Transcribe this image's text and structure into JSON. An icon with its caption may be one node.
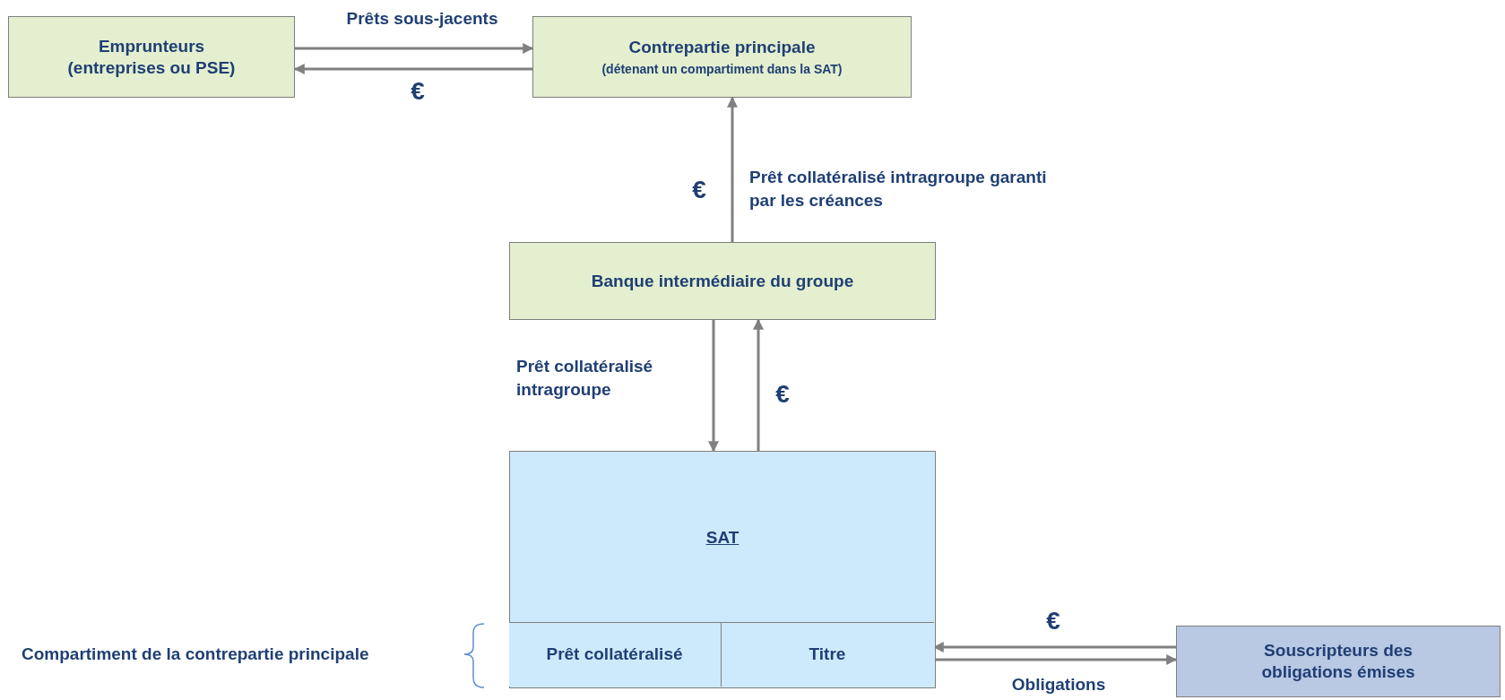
{
  "diagram": {
    "nodes": [
      {
        "text": [
          "Emprunteurs (entreprises ou PSE)"
        ]
      },
      {
        "text": [
          "Contrepartie principale",
          "(détenant un compartiment dans la SAT)"
        ]
      },
      {
        "text": [
          "Banque intermédiaire du groupe"
        ]
      },
      {
        "text": [
          "SAT"
        ]
      },
      {
        "text": [
          "Prêt collatéralisé"
        ],
        "in": 3
      },
      {
        "text": [
          "Titre"
        ],
        "in": 3
      },
      {
        "text": [
          "Souscripteurs des obligations émises"
        ]
      }
    ],
    "edges": [
      {
        "from": 0,
        "to": 1,
        "arrow": "to",
        "label": "Prêts sous-jacents"
      },
      {
        "from": 1,
        "to": 0,
        "arrow": "to",
        "label": "€"
      },
      {
        "from": 2,
        "to": 1,
        "arrow": "to",
        "label": "Prêt collatéralisé intragroupe garanti par les créances"
      },
      {
        "from": 2,
        "to": 3,
        "arrow": "to",
        "label": "Prêt collatéralisé intragroupe"
      },
      {
        "from": 3,
        "to": 2,
        "arrow": "to",
        "label": "€"
      },
      {
        "from": 6,
        "to": 5,
        "arrow": "to",
        "label": "€"
      },
      {
        "from": 5,
        "to": 6,
        "arrow": "to",
        "label": "Obligations"
      }
    ],
    "labels": [
      "€",
      "Compartiment de la contrepartie principale"
    ]
  }
}
